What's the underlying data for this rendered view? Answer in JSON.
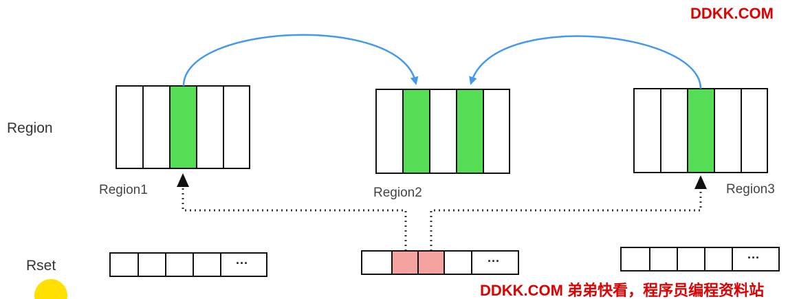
{
  "watermark_top": "DDKK.COM",
  "watermark_bottom": "DDKK.COM 弟弟快看，程序员编程资料站",
  "row_label_region": "Region",
  "row_label_rset": "Rset",
  "regions": [
    {
      "name": "Region1",
      "cells": 5,
      "green": [
        2
      ]
    },
    {
      "name": "Region2",
      "cells": 5,
      "green": [
        1,
        3
      ]
    },
    {
      "name": "Region3",
      "cells": 5,
      "green": [
        2
      ]
    }
  ],
  "rsets": [
    {
      "cells": 4,
      "highlighted": [],
      "ellipsis": "···"
    },
    {
      "cells": 4,
      "highlighted": [
        1,
        2
      ],
      "ellipsis": "···"
    },
    {
      "cells": 4,
      "highlighted": [],
      "ellipsis": "···"
    }
  ],
  "colors": {
    "green_cell": "#55dd55",
    "pink_cell": "#f4a3a0",
    "arrow_blue": "#4499ee",
    "watermark": "#e00000",
    "yellow_dot": "#ffe000"
  }
}
